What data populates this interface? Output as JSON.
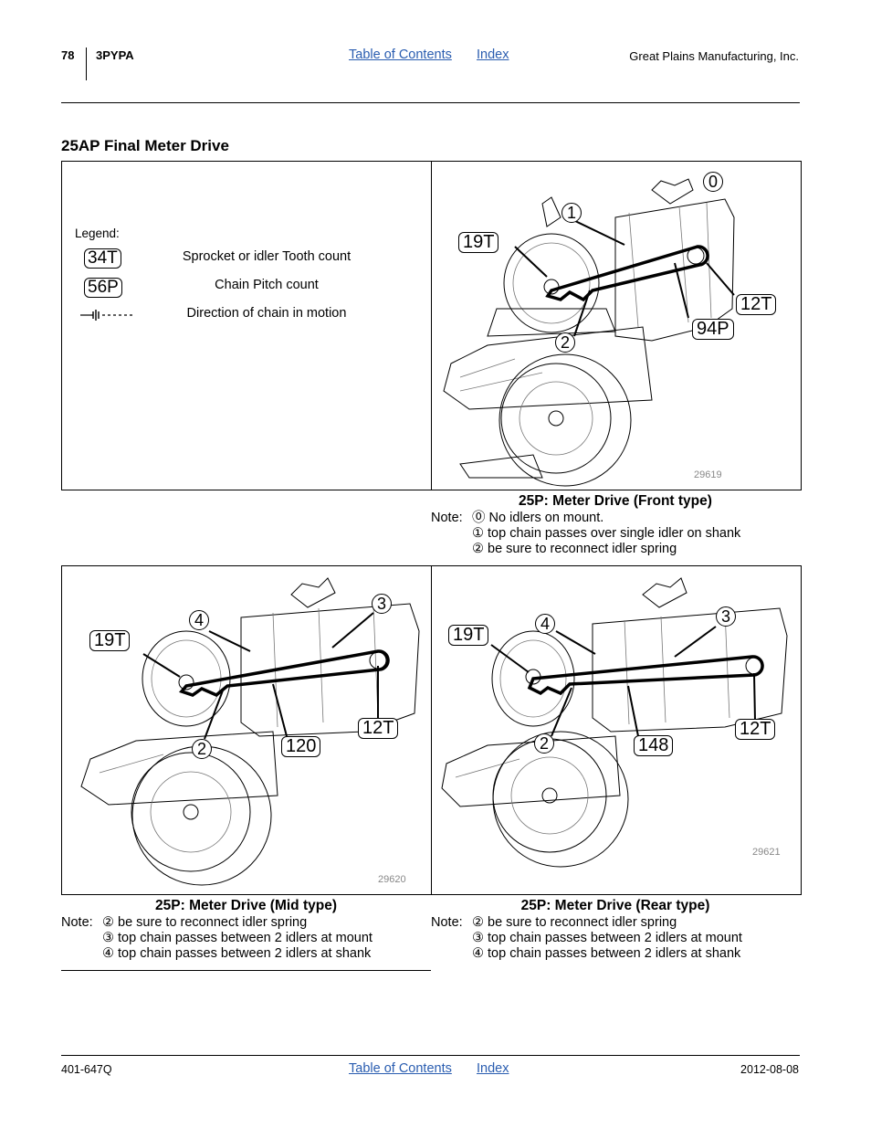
{
  "header": {
    "page_number": "78",
    "model": "3PYPA",
    "toc_link": "Table of Contents",
    "index_link": "Index",
    "company": "Great Plains Manufacturing, Inc."
  },
  "section_title": "25AP Final Meter Drive",
  "legend": {
    "title": "Legend:",
    "tooth_chip": "34T",
    "tooth_desc": "Sprocket or idler Tooth count",
    "pitch_chip": "56P",
    "pitch_desc": "Chain Pitch count",
    "direction_desc": "Direction of chain in motion"
  },
  "front": {
    "callouts": {
      "zero": "0",
      "one": "1",
      "two": "2",
      "t19": "19T",
      "t12": "12T",
      "p94": "94P"
    },
    "figure_id": "29619",
    "caption": "25P: Meter Drive (Front type)",
    "note_label": "Note:",
    "notes": [
      "⓪ No idlers on mount.",
      "① top chain passes over single idler on shank",
      "② be sure to reconnect idler spring"
    ]
  },
  "mid": {
    "callouts": {
      "four": "4",
      "three": "3",
      "two": "2",
      "t19": "19T",
      "t12": "12T",
      "p120": "120"
    },
    "figure_id": "29620",
    "caption": "25P: Meter Drive (Mid type)",
    "note_label": "Note:",
    "notes": [
      "② be sure to reconnect idler spring",
      "③ top chain passes between 2 idlers at mount",
      "④ top chain passes between 2 idlers at shank"
    ]
  },
  "rear": {
    "callouts": {
      "four": "4",
      "three": "3",
      "two": "2",
      "t19": "19T",
      "t12": "12T",
      "p148": "148"
    },
    "figure_id": "29621",
    "caption": "25P: Meter Drive (Rear type)",
    "note_label": "Note:",
    "notes": [
      "② be sure to reconnect idler spring",
      "③ top chain passes between 2 idlers at mount",
      "④ top chain passes between 2 idlers at shank"
    ]
  },
  "footer": {
    "doc_number": "401-647Q",
    "toc_link": "Table of Contents",
    "index_link": "Index",
    "date": "2012-08-08"
  }
}
